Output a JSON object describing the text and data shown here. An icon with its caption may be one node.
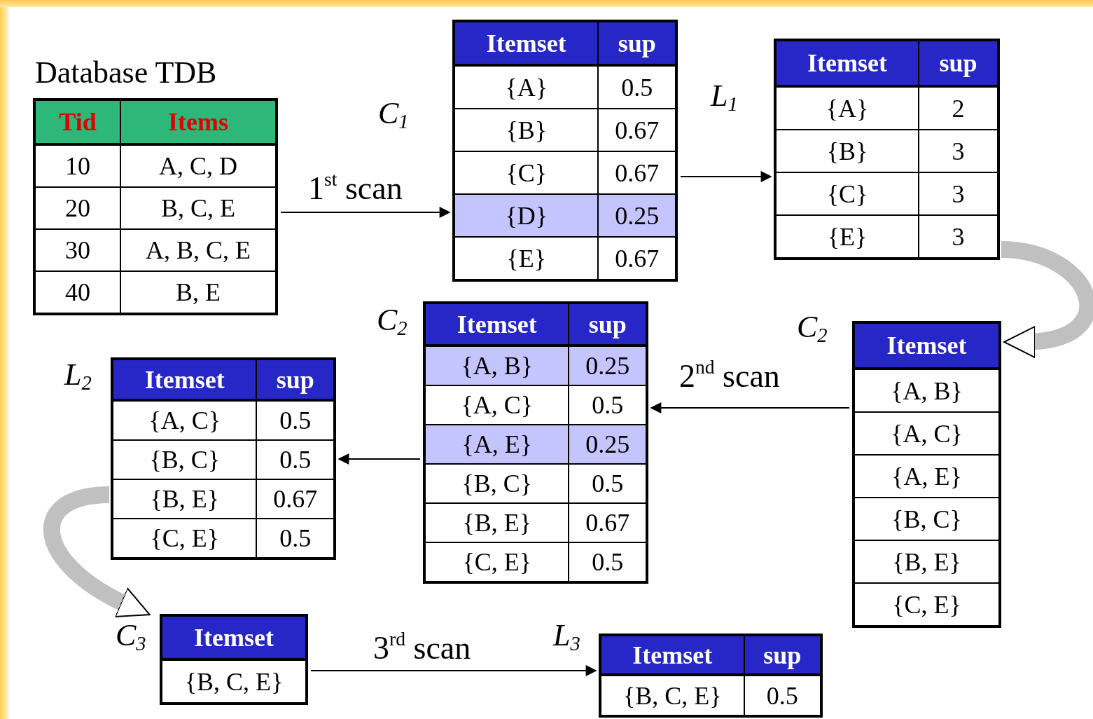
{
  "diagram": {
    "nodes": [
      {
        "text": [
          "Database TDB",
          "Tid",
          "Items",
          "10",
          "A, C, D",
          "20",
          "B, C, E",
          "30",
          "A, B, C, E",
          "40",
          "B, E"
        ]
      },
      {
        "text": [
          "C$_{1}$",
          "Itemset",
          "sup",
          "{A}",
          "0.5",
          "{B}",
          "0.67",
          "{C}",
          "0.67",
          "{D}",
          "0.25",
          "{E}",
          "0.67"
        ]
      },
      {
        "text": [
          "L$_{1}$",
          "Itemset",
          "sup",
          "{A}",
          "2",
          "{B}",
          "3",
          "{C}",
          "3",
          "{E}",
          "3"
        ]
      },
      {
        "text": [
          "C$_{2}$",
          "Itemset",
          "{A, B}",
          "{A, C}",
          "{A, E}",
          "{B, C}",
          "{B, E}",
          "{C, E}"
        ]
      },
      {
        "text": [
          "C$_{2}$",
          "Itemset",
          "sup",
          "{A, B}",
          "0.25",
          "{A, C}",
          "0.5",
          "{A, E}",
          "0.25",
          "{B, C}",
          "0.5",
          "{B, E}",
          "0.67",
          "{C, E}",
          "0.5"
        ]
      },
      {
        "text": [
          "L$_{2}$",
          "Itemset",
          "sup",
          "{A, C}",
          "0.5",
          "{B, C}",
          "0.5",
          "{B, E}",
          "0.67",
          "{C, E}",
          "0.5"
        ]
      },
      {
        "text": [
          "C$_{3}$",
          "Itemset",
          "{B, C, E}"
        ]
      },
      {
        "text": [
          "L$_{3}$",
          "Itemset",
          "sup",
          "{B, C, E}",
          "0.5"
        ]
      }
    ],
    "edges": [
      {
        "from": 0,
        "to": 1,
        "arrow": "to",
        "label": "1$^{st}$ scan"
      },
      {
        "from": 1,
        "to": 2,
        "arrow": "to"
      },
      {
        "from": 2,
        "to": 3,
        "arrow": "to",
        "style": "thick",
        "color": "#c0c0c0"
      },
      {
        "from": 3,
        "to": 4,
        "arrow": "to",
        "label": "2$^{nd}$ scan"
      },
      {
        "from": 4,
        "to": 5,
        "arrow": "to"
      },
      {
        "from": 5,
        "to": 6,
        "arrow": "to",
        "style": "thick",
        "color": "#c0c0c0"
      },
      {
        "from": 6,
        "to": 7,
        "arrow": "to",
        "label": "3$^{rd}$ scan"
      }
    ]
  }
}
